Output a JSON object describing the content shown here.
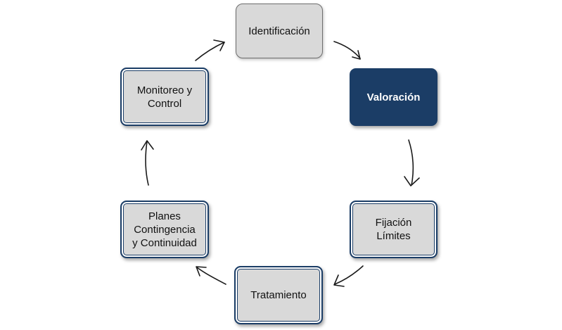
{
  "diagram": {
    "nodes": [
      {
        "id": "ident",
        "label": "Identificación"
      },
      {
        "id": "valor",
        "label": "Valoración"
      },
      {
        "id": "fijac",
        "label": "Fijación\nLímites"
      },
      {
        "id": "trata",
        "label": "Tratamiento"
      },
      {
        "id": "planes",
        "label": "Planes\nContingencia\ny Continuidad"
      },
      {
        "id": "monit",
        "label": "Monitoreo y\nControl"
      }
    ],
    "active_node": "valor",
    "colors": {
      "node_fill": "#d9d9d9",
      "active_fill": "#1b3d66",
      "active_text": "#ffffff",
      "border": "#1b3d66",
      "arrow": "#1a1a1a"
    },
    "flow": [
      "ident",
      "valor",
      "fijac",
      "trata",
      "planes",
      "monit",
      "ident"
    ]
  }
}
